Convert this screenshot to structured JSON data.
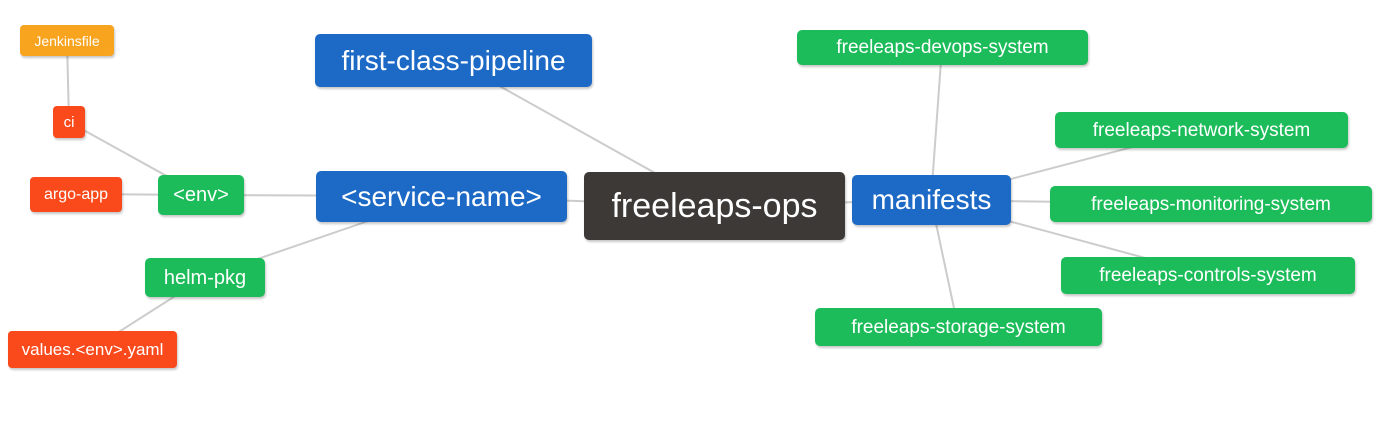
{
  "diagram": {
    "type": "mindmap",
    "root_label": "freeleaps-ops",
    "colors": {
      "root": "#3c3937",
      "branch_blue": "#1c69c6",
      "leaf_green": "#1dbc5a",
      "leaf_red": "#fa4a1c",
      "leaf_orange": "#f8a41e",
      "edge_gray": "#cccccc",
      "text": "#ffffff"
    },
    "nodes": [
      {
        "id": "jenkinsfile",
        "label": "Jenkinsfile",
        "color": "#f8a41e"
      },
      {
        "id": "ci",
        "label": "ci",
        "color": "#fa4a1c"
      },
      {
        "id": "argo-app",
        "label": "argo-app",
        "color": "#fa4a1c"
      },
      {
        "id": "env",
        "label": "<env>",
        "color": "#1dbc5a"
      },
      {
        "id": "helm-pkg",
        "label": "helm-pkg",
        "color": "#1dbc5a"
      },
      {
        "id": "values-env-yaml",
        "label": "values.<env>.yaml",
        "color": "#fa4a1c"
      },
      {
        "id": "first-class-pipeline",
        "label": "first-class-pipeline",
        "color": "#1c69c6"
      },
      {
        "id": "service-name",
        "label": "<service-name>",
        "color": "#1c69c6"
      },
      {
        "id": "freeleaps-ops",
        "label": "freeleaps-ops",
        "color": "#3c3937"
      },
      {
        "id": "manifests",
        "label": "manifests",
        "color": "#1c69c6"
      },
      {
        "id": "freeleaps-devops-system",
        "label": "freeleaps-devops-system",
        "color": "#1dbc5a"
      },
      {
        "id": "freeleaps-network-system",
        "label": "freeleaps-network-system",
        "color": "#1dbc5a"
      },
      {
        "id": "freeleaps-monitoring-system",
        "label": "freeleaps-monitoring-system",
        "color": "#1dbc5a"
      },
      {
        "id": "freeleaps-controls-system",
        "label": "freeleaps-controls-system",
        "color": "#1dbc5a"
      },
      {
        "id": "freeleaps-storage-system",
        "label": "freeleaps-storage-system",
        "color": "#1dbc5a"
      }
    ],
    "edges": [
      {
        "from": "jenkinsfile",
        "to": "ci"
      },
      {
        "from": "ci",
        "to": "env"
      },
      {
        "from": "argo-app",
        "to": "env"
      },
      {
        "from": "env",
        "to": "service-name"
      },
      {
        "from": "helm-pkg",
        "to": "service-name"
      },
      {
        "from": "values-env-yaml",
        "to": "helm-pkg"
      },
      {
        "from": "first-class-pipeline",
        "to": "freeleaps-ops"
      },
      {
        "from": "service-name",
        "to": "freeleaps-ops"
      },
      {
        "from": "freeleaps-ops",
        "to": "manifests"
      },
      {
        "from": "manifests",
        "to": "freeleaps-devops-system"
      },
      {
        "from": "manifests",
        "to": "freeleaps-network-system"
      },
      {
        "from": "manifests",
        "to": "freeleaps-monitoring-system"
      },
      {
        "from": "manifests",
        "to": "freeleaps-controls-system"
      },
      {
        "from": "manifests",
        "to": "freeleaps-storage-system"
      }
    ]
  }
}
